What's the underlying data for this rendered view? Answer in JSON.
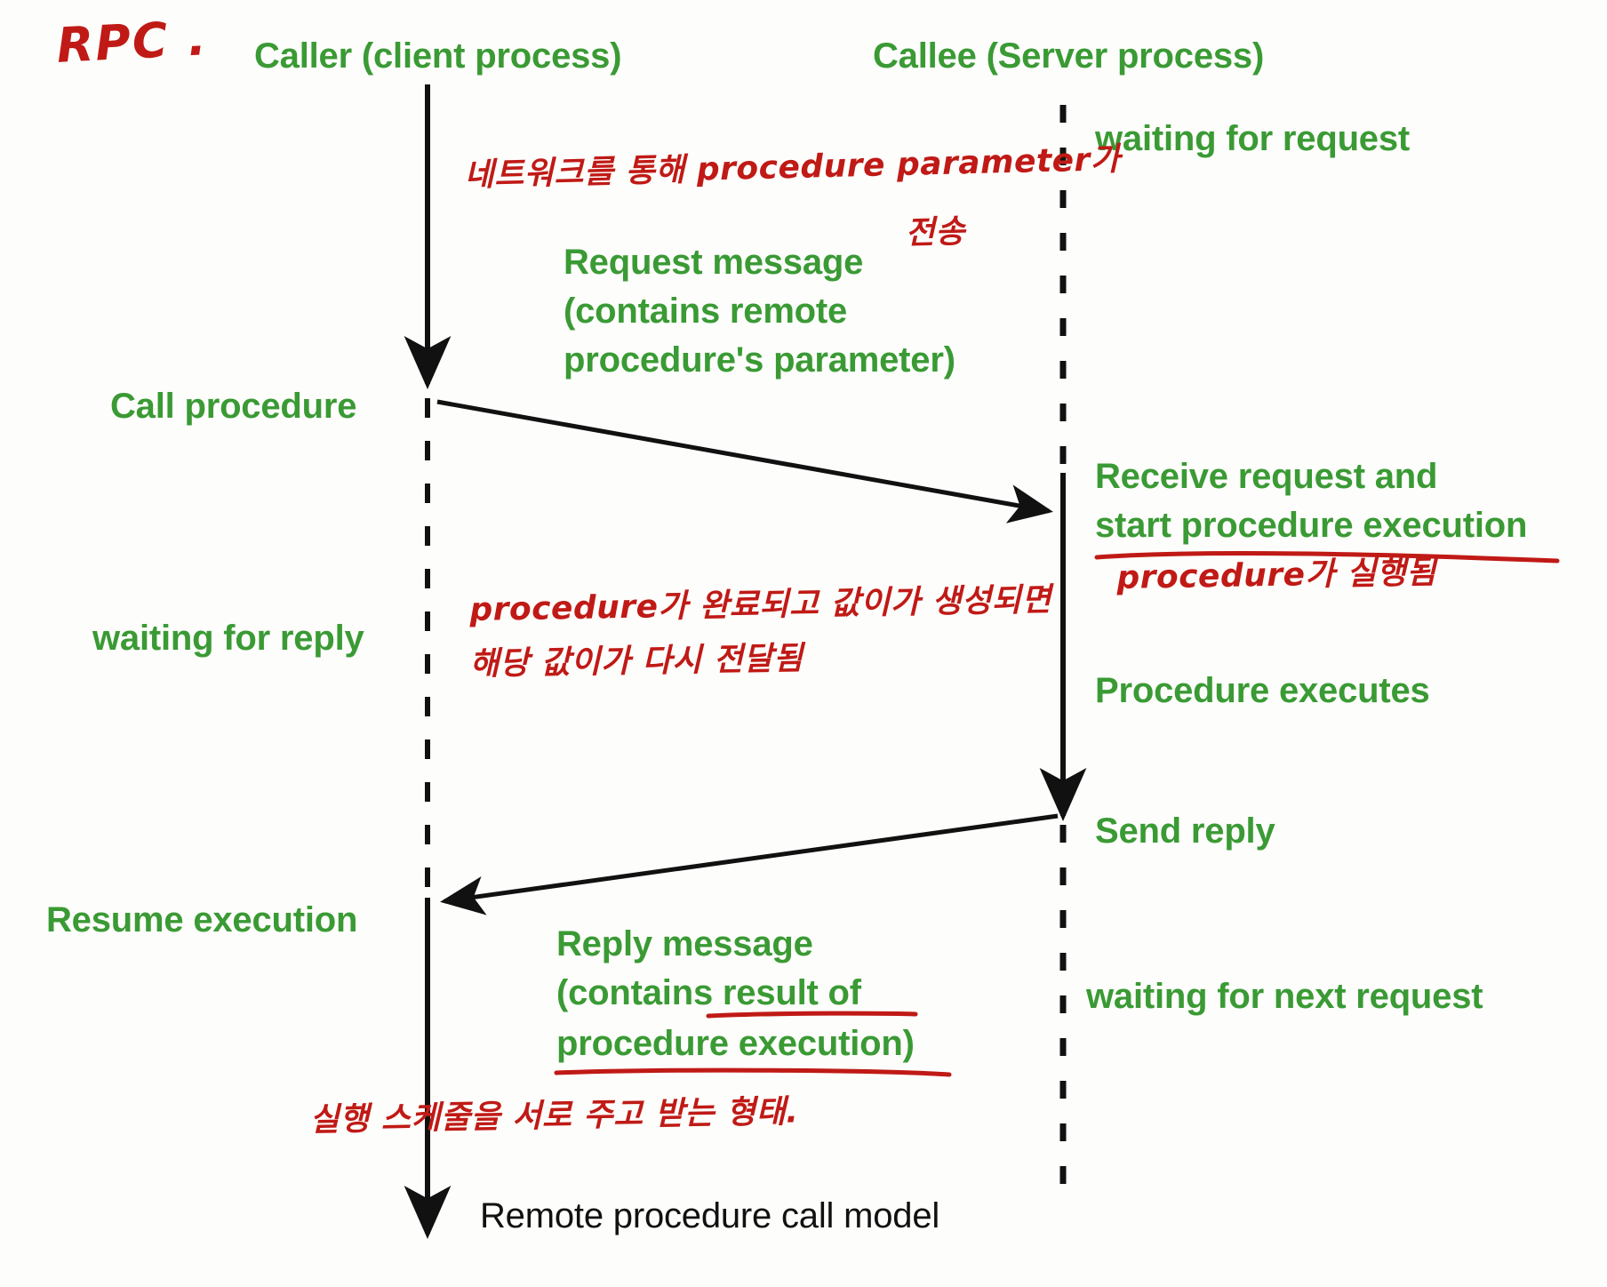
{
  "diagram": {
    "caption": "Remote procedure call model",
    "colors": {
      "label_green": "#3a9a34",
      "annotation_red": "#c01a16",
      "line_black": "#111111",
      "background": "#fdfdfb"
    },
    "lifelines": [
      {
        "name": "caller",
        "title": "Caller (client process)"
      },
      {
        "name": "callee",
        "title": "Callee (Server process)"
      }
    ],
    "labels": {
      "caller_title": "Caller (client process)",
      "callee_title": "Callee (Server process)",
      "waiting_for_request": "waiting for request",
      "request_message_l1": "Request message",
      "request_message_l2": "(contains remote",
      "request_message_l3": "procedure's parameter)",
      "call_procedure": "Call procedure",
      "receive_request_l1": "Receive request and",
      "receive_request_l2": "start procedure execution",
      "waiting_for_reply": "waiting for reply",
      "procedure_executes": "Procedure executes",
      "send_reply": "Send reply",
      "resume_execution": "Resume execution",
      "reply_message_l1": "Reply message",
      "reply_message_l2": "(contains result of",
      "reply_message_l3": "procedure execution)",
      "waiting_for_next_request": "waiting for next request"
    },
    "annotations": {
      "title_rpc": "RPC .",
      "request_note_l1": "네트워크를 통해 procedure parameter가",
      "request_note_l2": "전송",
      "reply_note_l1": "procedure가 완료되고 값이가 생성되면",
      "reply_note_l2": "해당 값이가 다시 전달됨",
      "execution_note": "procedure가 실행됨",
      "bottom_note": "실행 스케줄을 서로 주고 받는 형태."
    }
  }
}
